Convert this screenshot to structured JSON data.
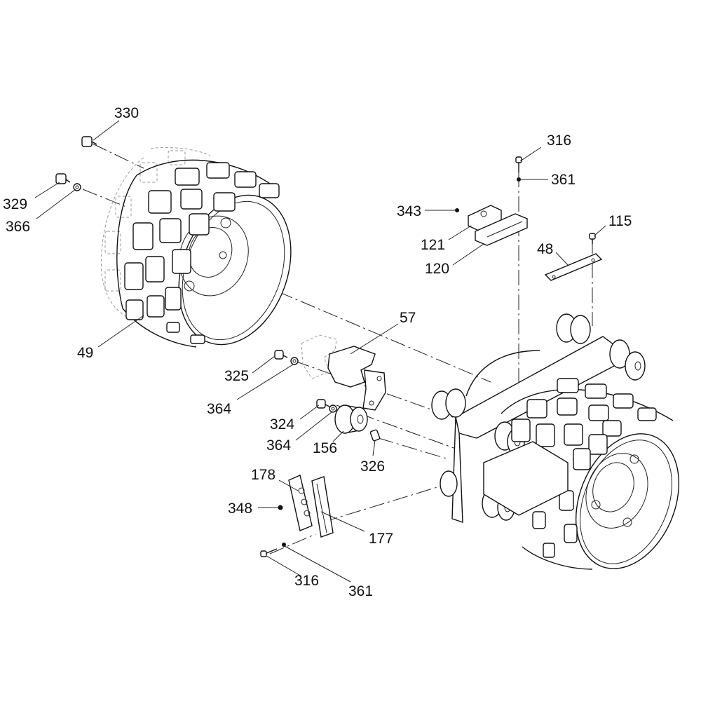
{
  "diagram": {
    "callouts": [
      {
        "id": "c330",
        "text": "330"
      },
      {
        "id": "c329",
        "text": "329"
      },
      {
        "id": "c366",
        "text": "366"
      },
      {
        "id": "c49",
        "text": "49"
      },
      {
        "id": "c316a",
        "text": "316"
      },
      {
        "id": "c361a",
        "text": "361"
      },
      {
        "id": "c343",
        "text": "343"
      },
      {
        "id": "c121",
        "text": "121"
      },
      {
        "id": "c120",
        "text": "120"
      },
      {
        "id": "c115",
        "text": "115"
      },
      {
        "id": "c48",
        "text": "48"
      },
      {
        "id": "c57",
        "text": "57"
      },
      {
        "id": "c325",
        "text": "325"
      },
      {
        "id": "c364a",
        "text": "364"
      },
      {
        "id": "c324",
        "text": "324"
      },
      {
        "id": "c364b",
        "text": "364"
      },
      {
        "id": "c156",
        "text": "156"
      },
      {
        "id": "c326",
        "text": "326"
      },
      {
        "id": "c178",
        "text": "178"
      },
      {
        "id": "c348",
        "text": "348"
      },
      {
        "id": "c177",
        "text": "177"
      },
      {
        "id": "c316b",
        "text": "316"
      },
      {
        "id": "c361b",
        "text": "361"
      }
    ]
  }
}
